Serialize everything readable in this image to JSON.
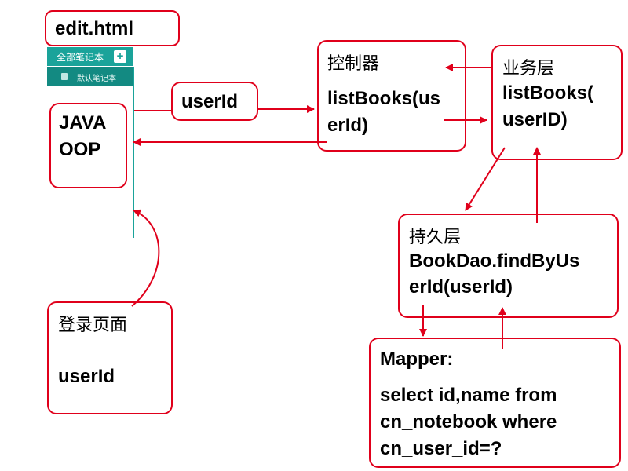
{
  "edit_label": "edit.html",
  "app_strip": {
    "header": "全部笔记本",
    "add_symbol": "+",
    "item_icon": "book-icon",
    "item": "默认笔记本",
    "header_color": "#1aa39a",
    "item_color": "#138a82"
  },
  "userid_label": "userId",
  "result_box": {
    "line1": "JAVA",
    "line2": "OOP"
  },
  "controller": {
    "title": "控制器",
    "line1": "listBooks(us",
    "line2": "erId)"
  },
  "service": {
    "title": "业务层",
    "line1": "listBooks(",
    "line2": "userID)"
  },
  "persistence": {
    "title": "持久层",
    "line1": "BookDao.findByUs",
    "line2": "erId(userId)"
  },
  "mapper": {
    "title": "Mapper:",
    "line1": "select id,name from",
    "line2": "cn_notebook where",
    "line3": "cn_user_id=?"
  },
  "login": {
    "title": "登录页面",
    "value": "userId"
  },
  "colors": {
    "accent": "#e0001b"
  }
}
